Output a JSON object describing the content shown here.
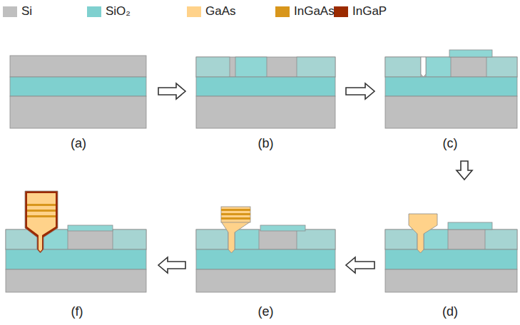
{
  "diagram": {
    "nodes": [
      {
        "text": [
          "(a)"
        ]
      },
      {
        "text": [
          "(b)"
        ]
      },
      {
        "text": [
          "(c)"
        ]
      },
      {
        "text": [
          "(d)"
        ]
      },
      {
        "text": [
          "(e)"
        ]
      },
      {
        "text": [
          "(f)"
        ]
      }
    ],
    "edges": [
      {
        "from": 0,
        "to": 1,
        "arrow": "to"
      },
      {
        "from": 1,
        "to": 2,
        "arrow": "to"
      },
      {
        "from": 2,
        "to": 3,
        "arrow": "to"
      },
      {
        "from": 3,
        "to": 4,
        "arrow": "to"
      },
      {
        "from": 4,
        "to": 5,
        "arrow": "to"
      }
    ],
    "legend": [
      {
        "text": "Si",
        "color": "#bfbfbf"
      },
      {
        "text": "SiO₂",
        "color": "#7fd0cf"
      },
      {
        "text": "GaAs",
        "color": "#ffd28a"
      },
      {
        "text": "InGaAs",
        "color": "#d8961c"
      },
      {
        "text": "InGaP",
        "color": "#9b2a00"
      }
    ]
  }
}
